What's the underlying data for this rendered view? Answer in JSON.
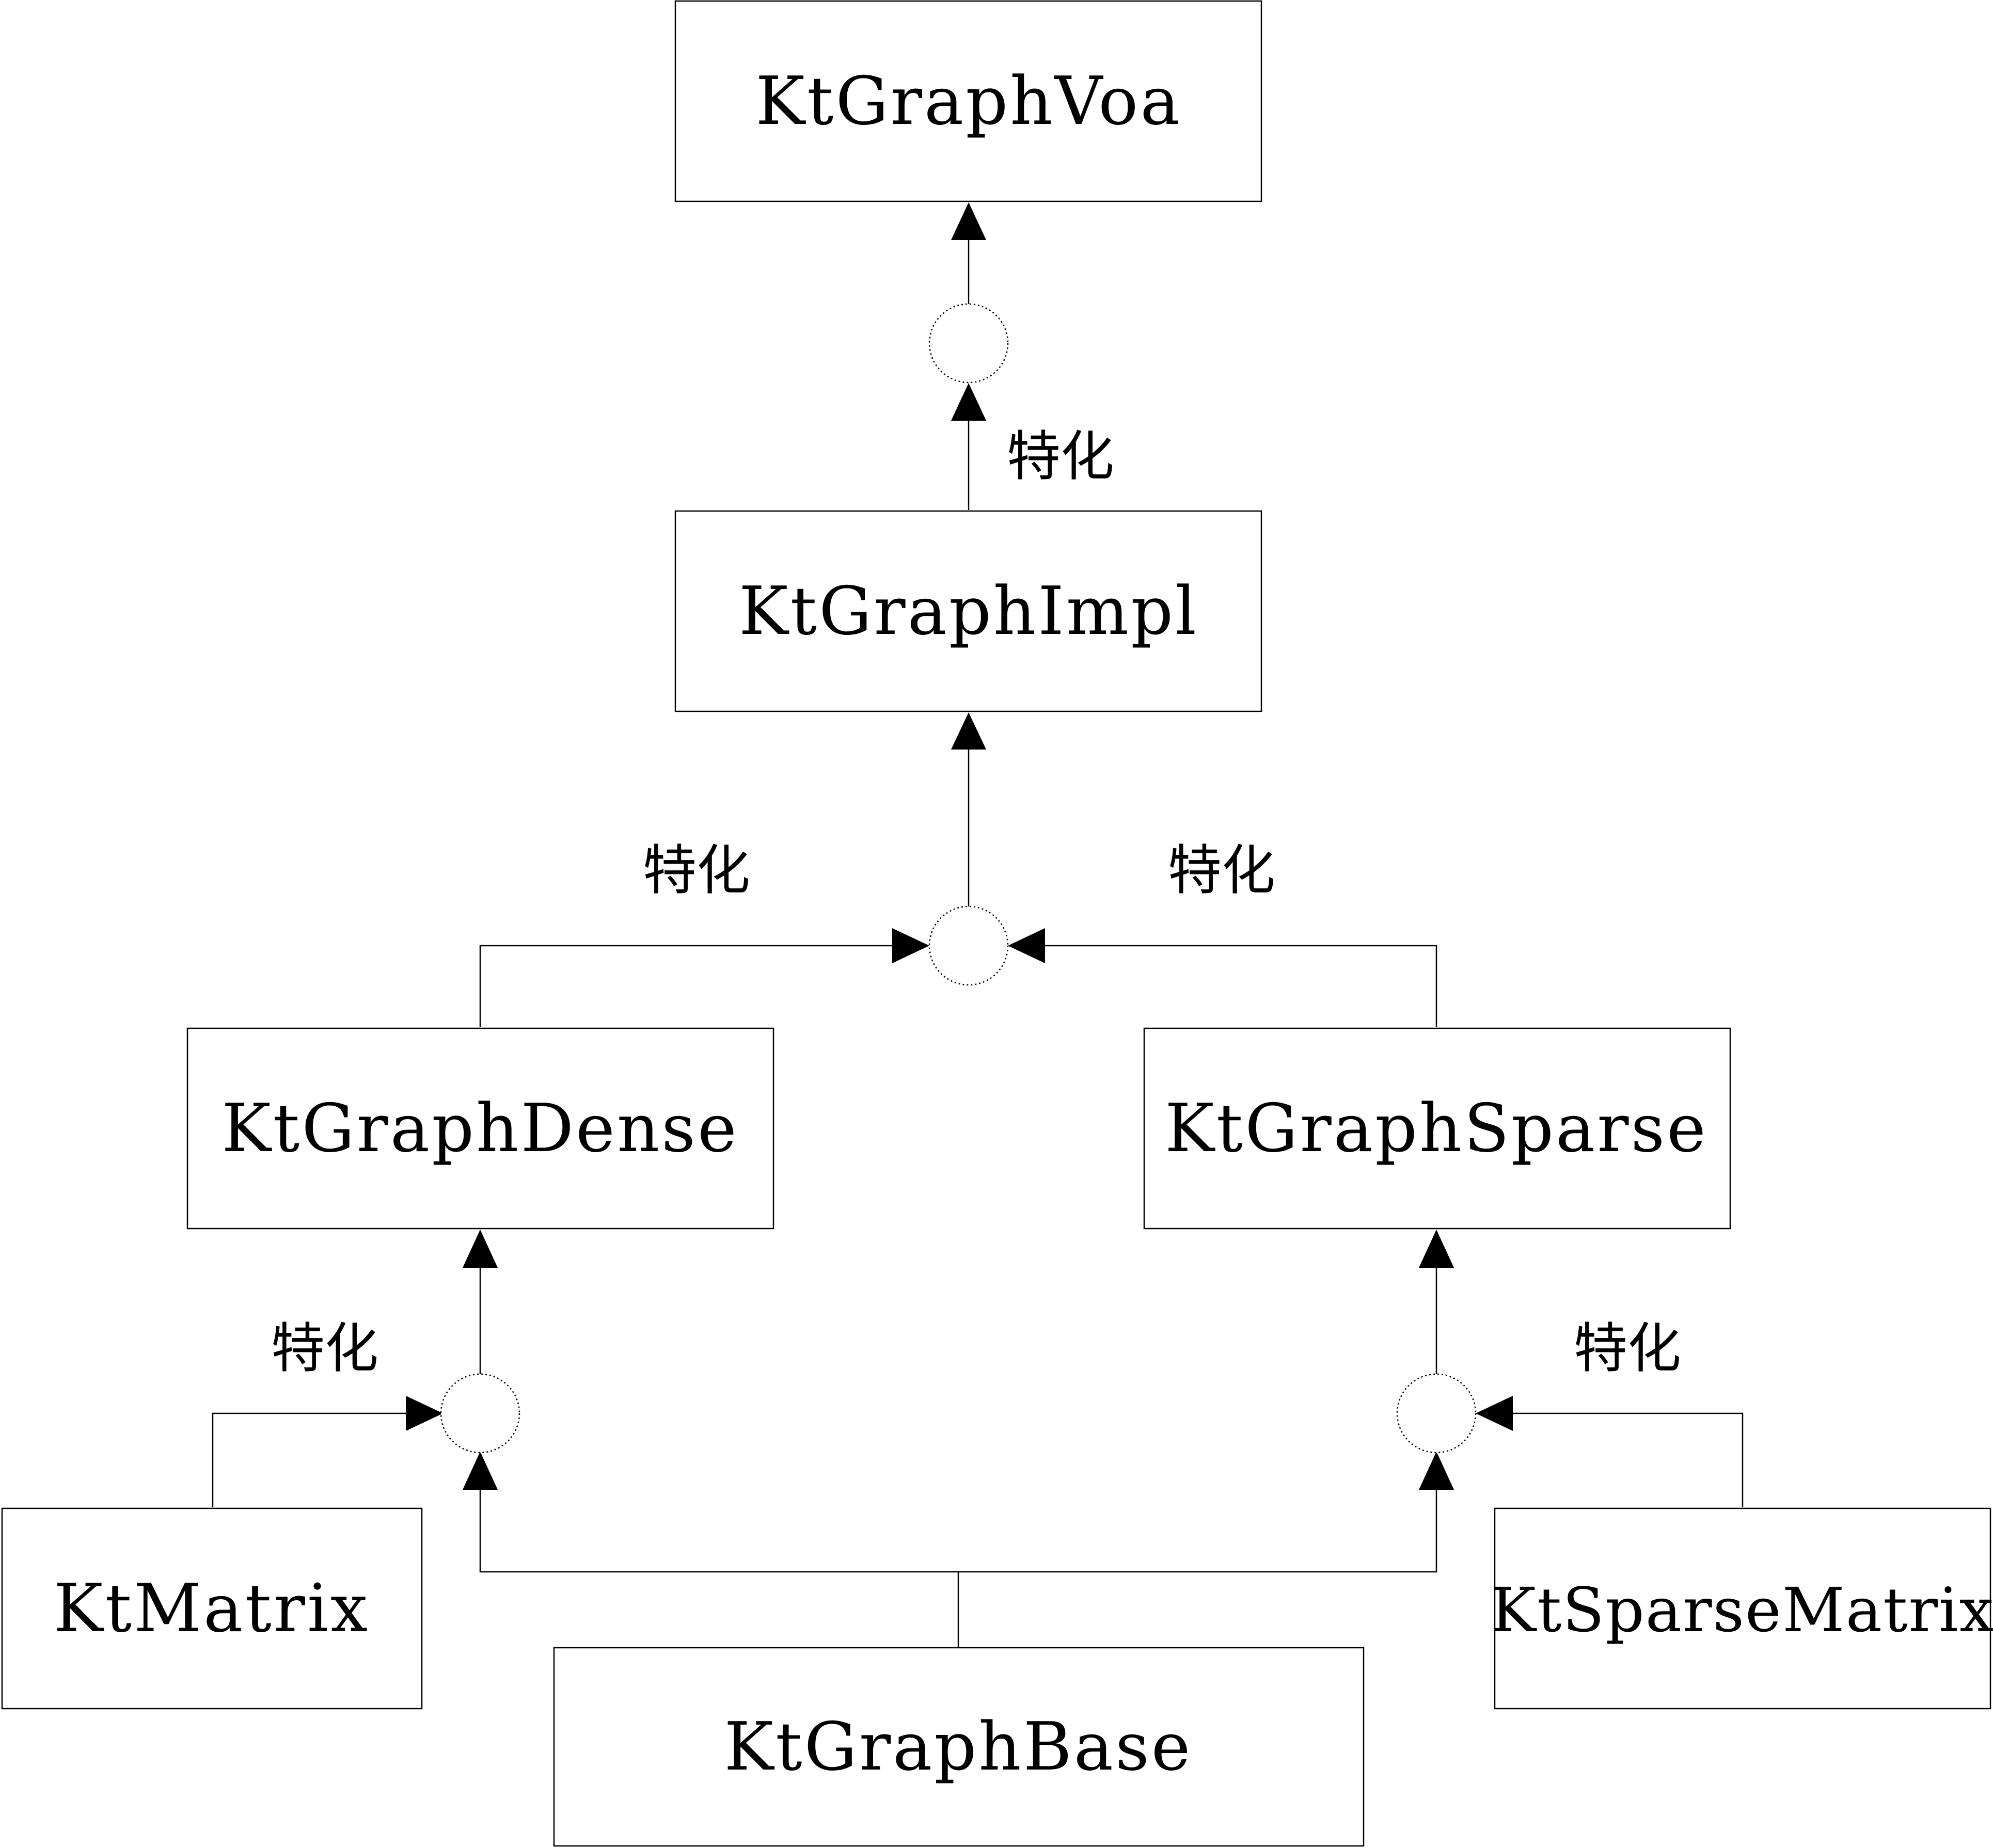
{
  "nodes": [
    {
      "id": "voa",
      "label": "KtGraphVoa"
    },
    {
      "id": "impl",
      "label": "KtGraphImpl"
    },
    {
      "id": "dense",
      "label": "KtGraphDense"
    },
    {
      "id": "sparse",
      "label": "KtGraphSparse"
    },
    {
      "id": "matrix",
      "label": "KtMatrix"
    },
    {
      "id": "sparsematrix",
      "label": "KtSparseMatrix"
    },
    {
      "id": "base",
      "label": "KtGraphBase"
    }
  ],
  "edge_labels": {
    "impl_to_voa": "特化",
    "dense_to_impl": "特化",
    "sparse_to_impl": "特化",
    "matrix_to_dense": "特化",
    "sparsematrix_to_sparse": "特化"
  },
  "colors": {
    "stroke": "#000000",
    "background": "#ffffff"
  }
}
